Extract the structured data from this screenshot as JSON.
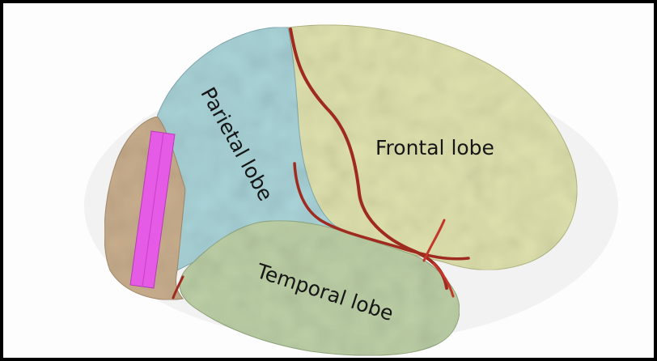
{
  "figure": {
    "title": "",
    "regions": [
      {
        "name": "Frontal lobe",
        "color": "#dfe1ae"
      },
      {
        "name": "Parietal lobe",
        "color": "#a9d3d8"
      },
      {
        "name": "Temporal lobe",
        "color": "#bccfa6"
      },
      {
        "name": "",
        "color": "#c8ae8d"
      }
    ],
    "marker_color": "#e55be6",
    "vessel_color": "#9f2a1f"
  }
}
